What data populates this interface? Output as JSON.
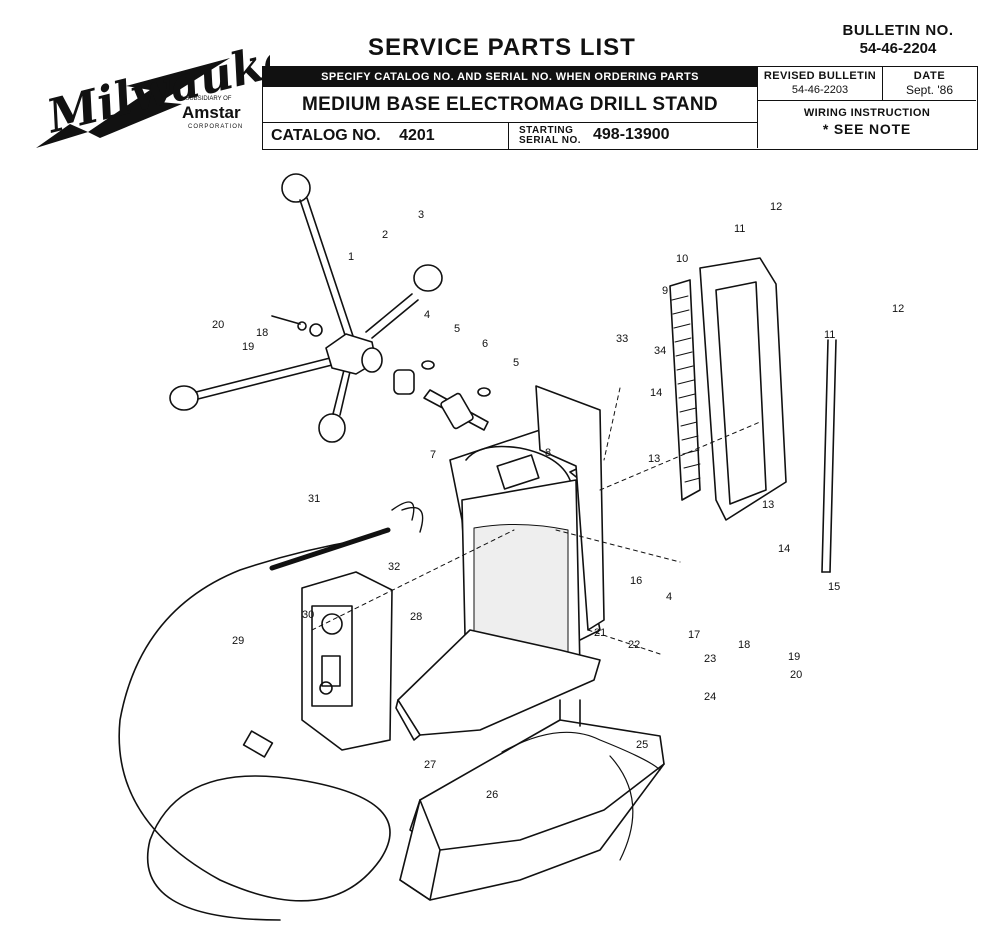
{
  "logo": {
    "brand": "Milwaukee",
    "subsidiary_line": "A SUBSIDIARY OF",
    "parent": "Amstar",
    "parent_line": "CORPORATION"
  },
  "header": {
    "title": "SERVICE PARTS LIST",
    "bulletin_label": "BULLETIN NO.",
    "bulletin_no": "54-46-2204",
    "specify_note": "SPECIFY CATALOG NO. AND SERIAL NO. WHEN ORDERING PARTS",
    "description": "MEDIUM BASE ELECTROMAG DRILL STAND",
    "catalog_label": "CATALOG NO.",
    "catalog_no": "4201",
    "starting_label_1": "STARTING",
    "starting_label_2": "SERIAL NO.",
    "starting_serial": "498-13900",
    "revised_label": "REVISED BULLETIN",
    "revised_no": "54-46-2203",
    "date_label": "DATE",
    "date_value": "Sept. '86",
    "wiring_label": "WIRING INSTRUCTION",
    "wiring_value": "* SEE NOTE"
  },
  "callouts": [
    "1",
    "2",
    "3",
    "4",
    "5",
    "5",
    "6",
    "7",
    "8",
    "9",
    "10",
    "11",
    "11",
    "12",
    "12",
    "13",
    "13",
    "14",
    "14",
    "15",
    "16",
    "4",
    "17",
    "18",
    "19",
    "20",
    "18",
    "19",
    "20",
    "21",
    "22",
    "23",
    "24",
    "25",
    "26",
    "27",
    "28",
    "29",
    "30",
    "31",
    "32",
    "33",
    "34"
  ]
}
